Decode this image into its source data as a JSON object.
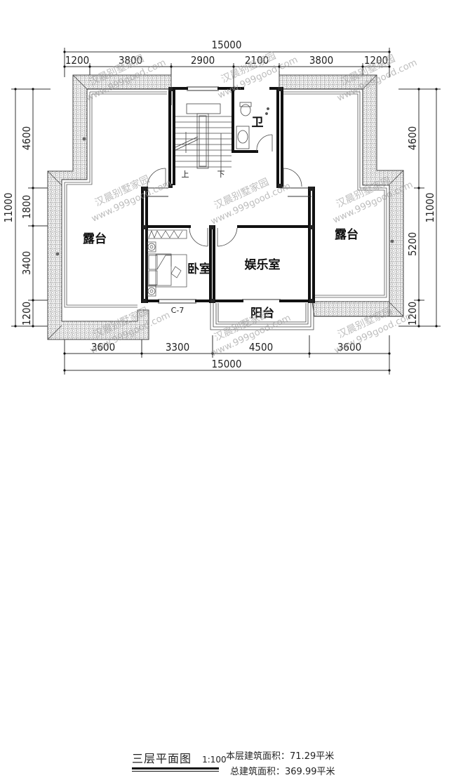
{
  "drawing": {
    "title": "三层平面图",
    "scale": "1:100",
    "floor_area_label": "本层建筑面积：",
    "floor_area_value": "71.29平米",
    "total_area_label": "总建筑面积：",
    "total_area_value": "369.99平米"
  },
  "dimensions": {
    "top_total": "15000",
    "top_segments": [
      "1200",
      "3800",
      "2900",
      "2100",
      "3800",
      "1200"
    ],
    "bottom_segments": [
      "3600",
      "3300",
      "4500",
      "3600"
    ],
    "bottom_total": "15000",
    "left_total": "11000",
    "left_segments": [
      "4600",
      "1800",
      "3400",
      "1200"
    ],
    "right_total": "11000",
    "right_segments": [
      "4600",
      "5200",
      "1200"
    ]
  },
  "rooms": {
    "terrace_left": "露台",
    "terrace_right": "露台",
    "bathroom": "卫",
    "bedroom": "卧室",
    "entertainment": "娱乐室",
    "balcony": "阳台",
    "stair_up": "上",
    "stair_down": "下",
    "window_tag": "C-7"
  },
  "watermark": {
    "line1": "汉晨别墅家园",
    "line2": "www.999good.com"
  },
  "colors": {
    "wall": "#111111",
    "line": "#333333",
    "hatch": "#555555",
    "watermark": "#9a9a9a"
  }
}
